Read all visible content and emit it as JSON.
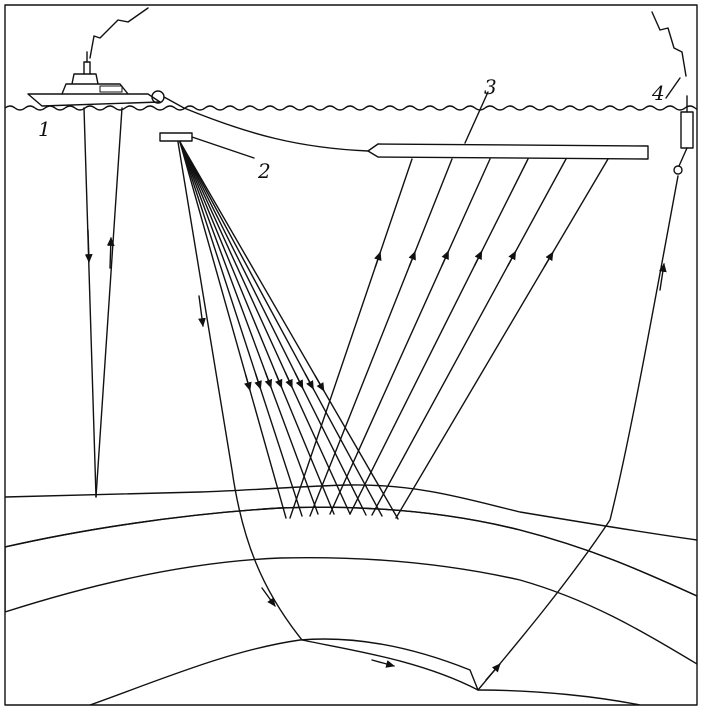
{
  "diagram": {
    "labels": {
      "vessel": "1",
      "source": "2",
      "streamer": "3",
      "buoy": "4"
    },
    "colors": {
      "ink": "#111111",
      "paper": "#ffffff",
      "sand_dots": "#111111"
    },
    "icons": [
      "vessel-icon",
      "airgun-source-icon",
      "streamer-cable-icon",
      "radio-buoy-icon",
      "radio-signal-icon"
    ]
  }
}
